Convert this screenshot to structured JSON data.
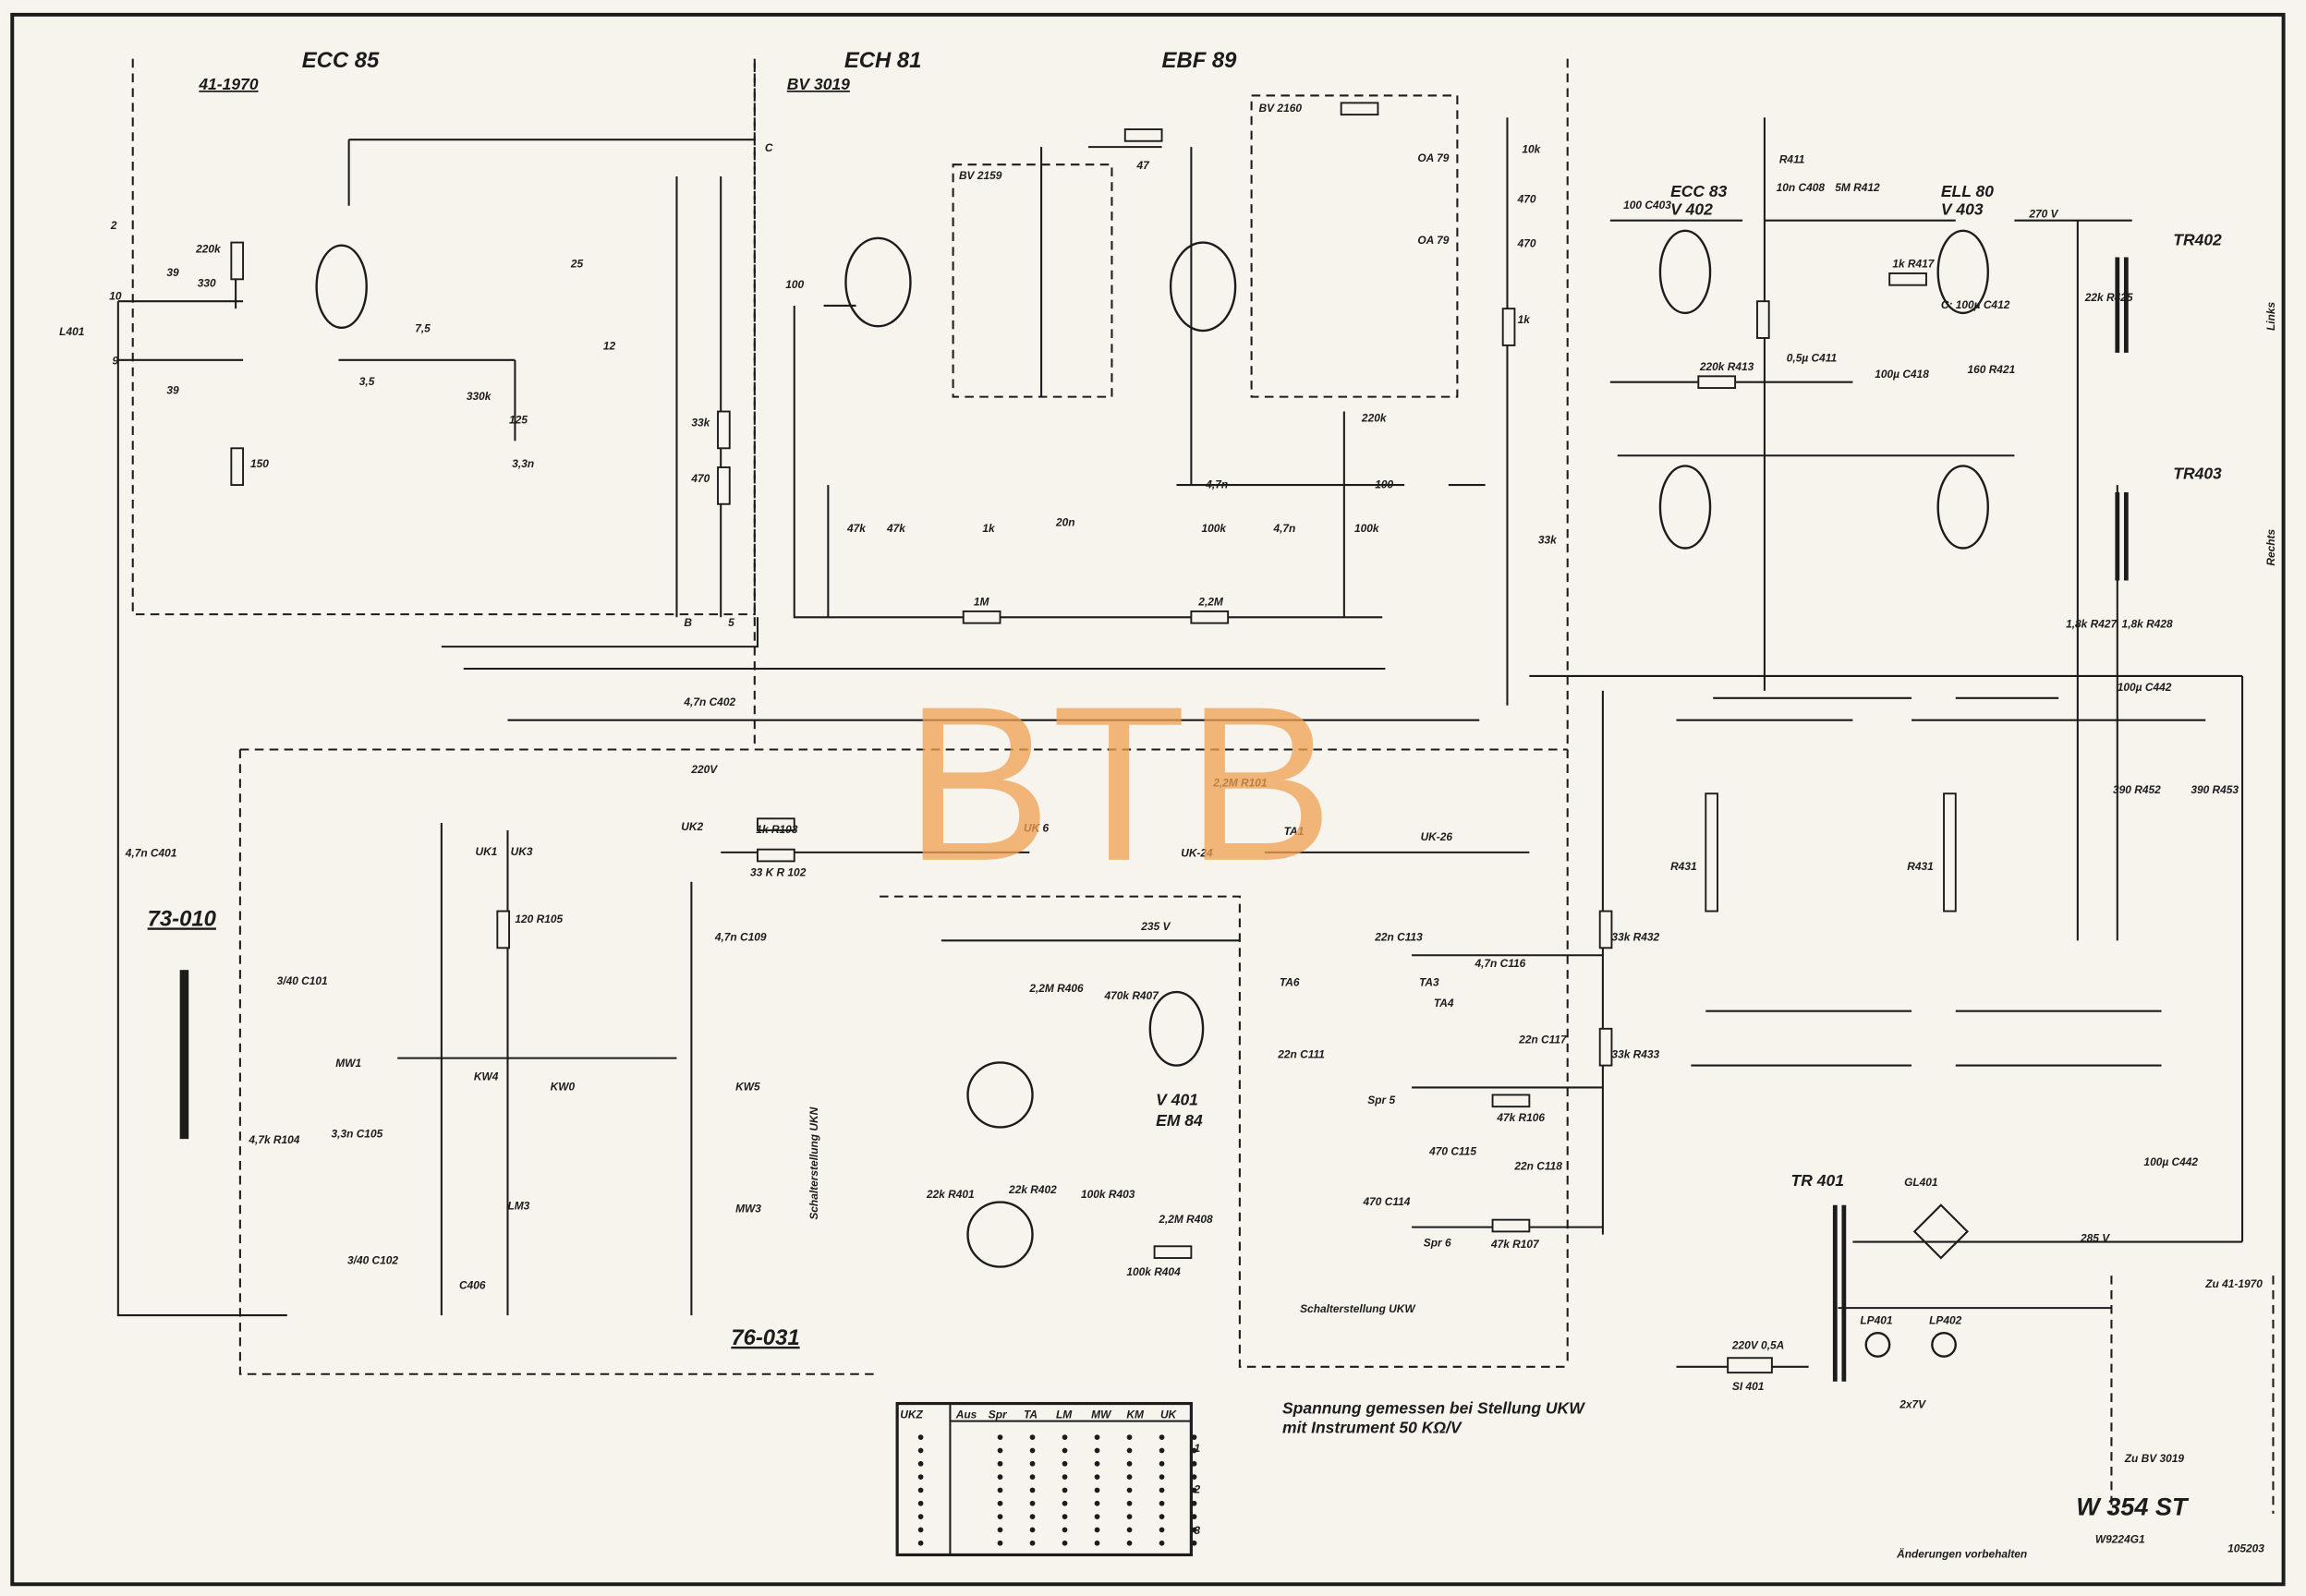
{
  "watermark": "BTB",
  "tubes": {
    "ecc85": "ECC 85",
    "ech81": "ECH 81",
    "ebf89": "EBF 89",
    "ecc83": "ECC 83",
    "v402": "V 402",
    "ell80": "ELL 80",
    "v403": "V 403",
    "v401": "V 401",
    "em84": "EM 84"
  },
  "modules": {
    "m41_1970": "41-1970",
    "bv3019": "BV 3019",
    "bv2160": "BV 2160",
    "bv2159": "BV 2159",
    "m73_010": "73-010",
    "m76_031": "76-031",
    "schalter_ukn": "Schalterstellung UKN",
    "schalter_ukw": "Schalterstellung UKW",
    "zu_41_1970": "Zu 41-1970",
    "zu_bv3019": "Zu BV 3019"
  },
  "transformers": {
    "tr402": "TR402",
    "tr403": "TR403",
    "tr401": "TR 401",
    "gl401": "GL401",
    "links": "Links",
    "rechts": "Rechts"
  },
  "power": {
    "v285": "285 V",
    "v270": "270 V",
    "v220": "220V",
    "v235": "235 V",
    "fuse_rating": "220V 0,5A",
    "si401": "SI 401",
    "lp401": "LP401",
    "lp402": "LP402",
    "heater": "2x7V"
  },
  "switches": [
    "UK1",
    "UK3",
    "UK2",
    "UK 6",
    "UK-24",
    "TA1",
    "UK-26",
    "KW4",
    "KW0",
    "KW5",
    "MW1",
    "MW3",
    "LM3",
    "TA3",
    "TA4",
    "TA6",
    "Spr 5",
    "Spr 6"
  ],
  "components": [
    "220k",
    "330",
    "39",
    "39",
    "L401",
    "150",
    "3,3n",
    "33k",
    "470",
    "7,5",
    "3,5",
    "25",
    "12",
    "125",
    "330k",
    "100",
    "47k",
    "47k",
    "1k",
    "20n",
    "1M",
    "2,2M",
    "220k",
    "47",
    "100",
    "100k",
    "4,7n",
    "4,7n",
    "100k",
    "33k",
    "10k",
    "470",
    "470",
    "OA 79",
    "OA 79",
    "1k",
    "R411",
    "10n C408",
    "5M R412",
    "1k R417",
    "22k R425",
    "100 C403",
    "220k R413",
    "0,5µ C411",
    "100µ C418",
    "160 R421",
    "R431",
    "R431",
    "33k R432",
    "33k R433",
    "390 R452",
    "390 R453",
    "100µ C442",
    "2,2M R406",
    "470k R407",
    "22k R401",
    "22k R402",
    "100k R403",
    "2,2M R408",
    "100k R404",
    "47k R106",
    "47k R107",
    "120 R105",
    "4,7n C109",
    "1k R103",
    "33 K R 102",
    "2,2M R101",
    "4,7n C401",
    "4,7n C402",
    "3/40 C102",
    "C406",
    "3/40 C101",
    "4,7k R104",
    "3,3n C105",
    "22n C111",
    "22n C113",
    "4,7n C116",
    "22n C117",
    "470 C115",
    "470 C114",
    "22n C118",
    "1,8k R427",
    "1,8k R428",
    "100µ C442",
    "C: 100µ C412"
  ],
  "terminals": [
    "C",
    "2",
    "B",
    "5",
    "10",
    "9"
  ],
  "switch_table": {
    "header": [
      "UKZ",
      "Aus",
      "Spr",
      "TA",
      "LM",
      "MW",
      "KM",
      "UK"
    ],
    "rows": [
      "1",
      "2",
      "3"
    ]
  },
  "notes": {
    "line1": "Spannung gemessen bei Stellung UKW",
    "line2": "mit Instrument 50 KΩ/V"
  },
  "title_block": {
    "model": "W 354 ST",
    "number": "W9224G1",
    "disclaimer": "Änderungen vorbehalten",
    "drawing_no": "105203"
  }
}
